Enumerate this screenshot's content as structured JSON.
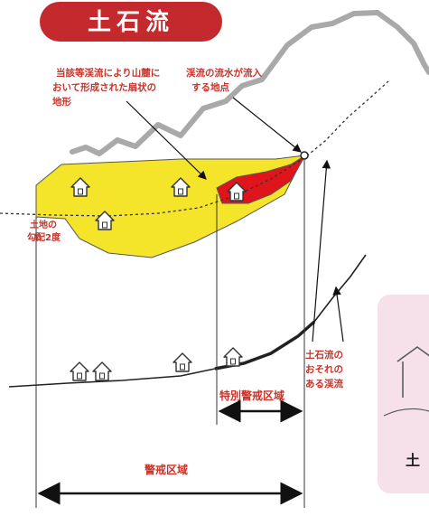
{
  "title": "土石流",
  "labels": {
    "fan_lines": [
      "当該等渓流により山麓に",
      "おいて形成された扇状の",
      "地形"
    ],
    "inflow_lines": [
      "渓流の流水が流入",
      "する地点"
    ],
    "slope_lines": [
      "土地の",
      "勾配2度"
    ],
    "risk_stream_lines": [
      "土石流の",
      "おそれの",
      "ある渓流"
    ],
    "special_zone": "特別警戒区域",
    "warning_zone": "警戒区域",
    "inset_partial": "土"
  },
  "colors": {
    "title_bg": "#c42a2d",
    "label_red": "#c8332a",
    "warning_fill": "#f5e52a",
    "special_fill": "#e0151b",
    "terrain_gray": "#a9a9a9",
    "inset_bg": "#f6e1ea"
  },
  "icons": [
    "house-icon"
  ]
}
